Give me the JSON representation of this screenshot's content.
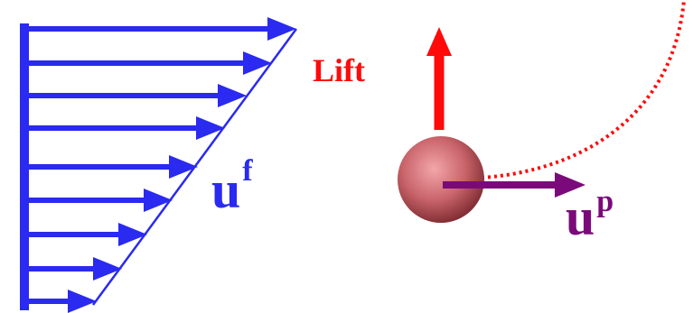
{
  "labels": {
    "lift": "Lift",
    "fluid_velocity_base": "u",
    "fluid_velocity_sup": "f",
    "particle_velocity_base": "u",
    "particle_velocity_sup": "p"
  },
  "colors": {
    "flow_profile": "#2a2af0",
    "lift": "#ff0a0a",
    "particle_velocity": "#7a0a7a",
    "trajectory": "#ff0a0a",
    "particle_center": "#e9858a",
    "particle_edge": "#8a2e34",
    "background": "#ffffff"
  }
}
